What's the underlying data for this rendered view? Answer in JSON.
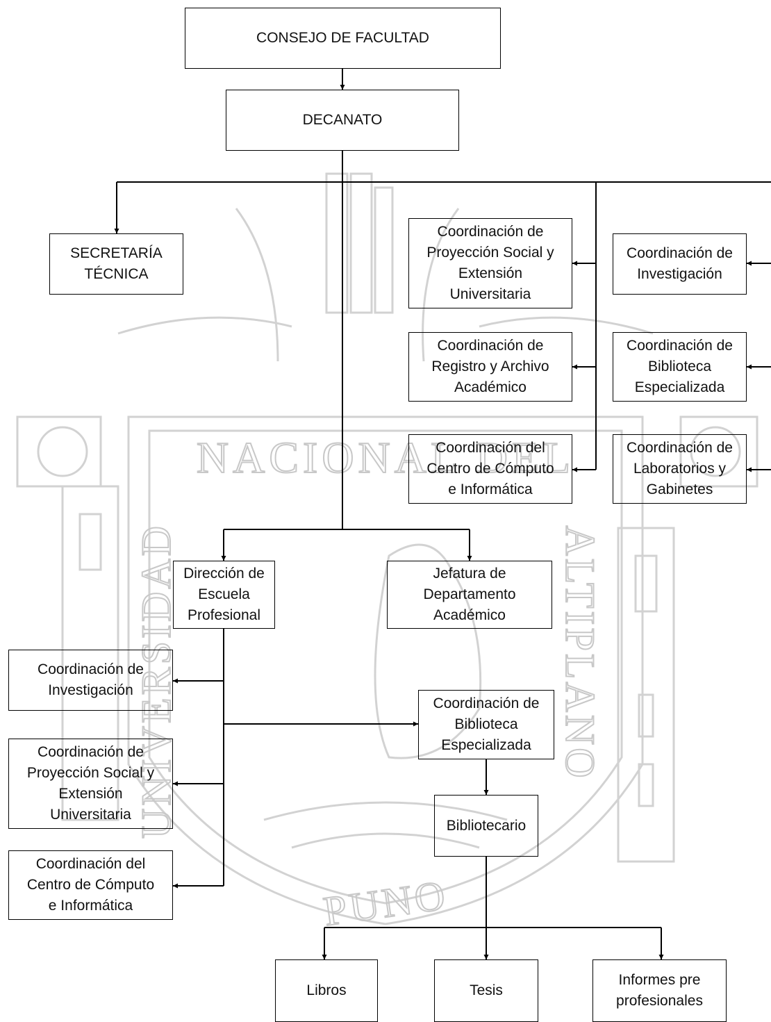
{
  "nodes": {
    "consejo": "CONSEJO DE FACULTAD",
    "decanato": "DECANATO",
    "secretaria": "SECRETARÍA\nTÉCNICA",
    "coord_proyeccion_top": "Coordinación de\nProyección Social y\nExtensión\nUniversitaria",
    "coord_registro": "Coordinación de\nRegistro y Archivo\nAcadémico",
    "coord_computo_top": "Coordinación del\nCentro de Cómputo\ne Informática",
    "coord_investigacion_top": "Coordinación de\nInvestigación",
    "coord_biblioteca_top": "Coordinación de\nBiblioteca\nEspecializada",
    "coord_laboratorios": "Coordinación de\nLaboratorios y\nGabinetes",
    "direccion_escuela": "Dirección de\nEscuela\nProfesional",
    "jefatura_departamento": "Jefatura de\nDepartamento\nAcadémico",
    "coord_investigacion_left": "Coordinación de\nInvestigación",
    "coord_proyeccion_left": "Coordinación de\nProyección Social y\nExtensión\nUniversitaria",
    "coord_computo_left": "Coordinación del\nCentro de Cómputo\ne Informática",
    "coord_biblioteca_center": "Coordinación de\nBiblioteca\nEspecializada",
    "bibliotecario": "Bibliotecario",
    "libros": "Libros",
    "tesis": "Tesis",
    "informes": "Informes pre\nprofesionales"
  },
  "watermark": {
    "word_top": "NACIONAL DEL",
    "word_left": "UNIVERSIDAD",
    "word_right": "ALTIPLANO",
    "word_bottom": "PUNO"
  },
  "colors": {
    "line": "#000000",
    "watermark": "#c8c8c8"
  }
}
